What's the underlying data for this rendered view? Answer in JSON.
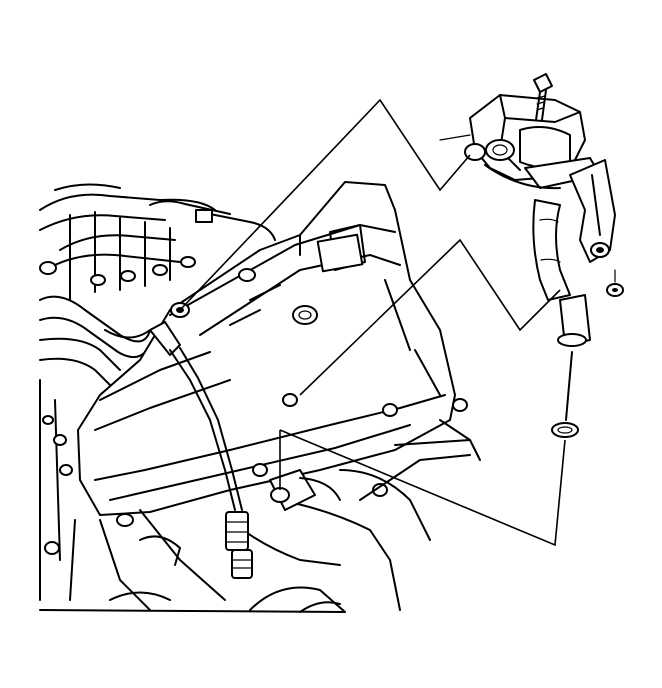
{
  "figure": {
    "kind": "exploded-assembly-illustration",
    "line_color": "#000000",
    "background": "#ffffff"
  },
  "parts": [
    {
      "id": "valve",
      "icon": "secondary-air-valve-icon"
    },
    {
      "id": "bolt-top",
      "icon": "bolt-icon"
    },
    {
      "id": "bracket",
      "icon": "mounting-bracket-icon"
    },
    {
      "id": "hose",
      "icon": "hose-icon"
    },
    {
      "id": "nut",
      "icon": "nut-icon"
    },
    {
      "id": "clamp",
      "icon": "hose-clamp-icon"
    },
    {
      "id": "engine",
      "icon": "engine-icon"
    }
  ]
}
